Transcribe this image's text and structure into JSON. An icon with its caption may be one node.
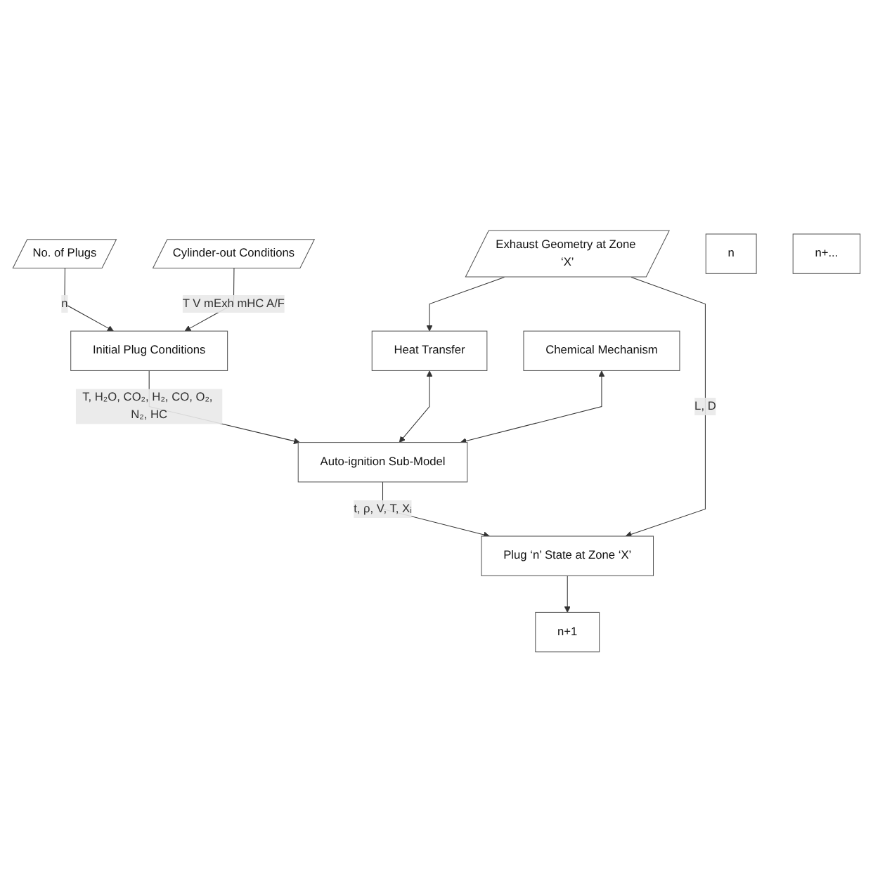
{
  "diagram": {
    "nodes": [
      {
        "text": [
          "No. of Plugs"
        ]
      },
      {
        "text": [
          "Cylinder-out Conditions"
        ]
      },
      {
        "text": [
          "Initial Plug Conditions"
        ]
      },
      {
        "text": [
          "Exhaust Geometry at Zone ‘X’"
        ]
      },
      {
        "text": [
          "Heat Transfer"
        ]
      },
      {
        "text": [
          "Auto-ignition Sub-Model"
        ]
      },
      {
        "text": [
          "Chemical Mechanism"
        ]
      },
      {
        "text": [
          "Plug ‘n’ State at Zone ‘X’"
        ]
      },
      {
        "text": [
          "n"
        ]
      },
      {
        "text": [
          "n+1"
        ]
      },
      {
        "text": [
          "n+..."
        ]
      }
    ],
    "edges": [
      {
        "from": 0,
        "to": 2,
        "arrow": "to",
        "label": "n"
      },
      {
        "from": 1,
        "to": 2,
        "arrow": "to",
        "label": "T V mExh mHC A/F"
      },
      {
        "from": 2,
        "to": 5,
        "arrow": "to",
        "label": "T, H₂O, CO₂, H₂, CO, O₂, N₂, HC"
      },
      {
        "from": 3,
        "to": 4,
        "arrow": "to"
      },
      {
        "from": 4,
        "to": 5,
        "arrow": "both"
      },
      {
        "from": 6,
        "to": 5,
        "arrow": "both"
      },
      {
        "from": 5,
        "to": 7,
        "arrow": "to",
        "label": "t, ρ, V, T, Xᵢ"
      },
      {
        "from": 3,
        "to": 7,
        "arrow": "to",
        "label": "L, D"
      },
      {
        "from": 7,
        "to": 9,
        "arrow": "to"
      }
    ]
  }
}
